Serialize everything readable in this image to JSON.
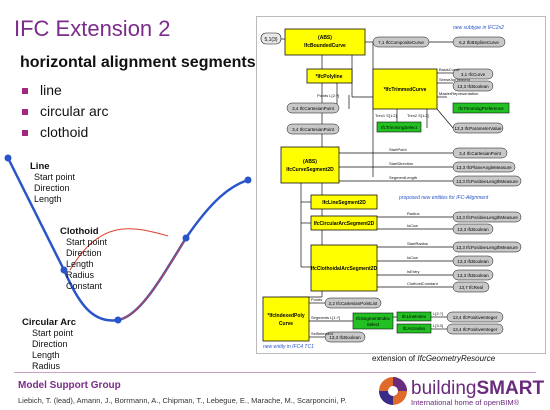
{
  "slide": {
    "title": "IFC Extension 2",
    "subtitle": "horizontal alignment segments",
    "bullets": [
      "line",
      "circular arc",
      "clothoid"
    ]
  },
  "sketch": {
    "line_label": "Line",
    "line_props": [
      "Start point",
      "Direction",
      "Length"
    ],
    "clothoid_label": "Clothoid",
    "clothoid_props": [
      "Start point",
      "Direction",
      "Length",
      "Radius",
      "Constant"
    ],
    "arc_label": "Circular Arc",
    "arc_props": [
      "Start point",
      "Direction",
      "Length",
      "Radius"
    ]
  },
  "diagram": {
    "note_top": "new subtype in IFC2x2",
    "note_mid": "proposed new entities for IFC-Alignment",
    "note_bottom": "new entity in IFC4 TC1",
    "entities": {
      "bounded_curve": [
        "(ABS)",
        "IfcBoundedCurve"
      ],
      "polyline": "*IfcPolyline",
      "trimmed_curve": "*IfcTrimmedCurve",
      "curve_segment": [
        "(ABS)",
        "IfcCurveSegment2D"
      ],
      "line_segment": "IfcLineSegment2D",
      "circular_arc_segment": "IfcCircularArcSegment2D",
      "clothoidal_arc_segment": "IfcClothoidalArcSegment2D",
      "indexed_poly_curve": [
        "*IfcIndexedPoly",
        "Curve"
      ],
      "trimming_select": "IfcTrimmingSelect",
      "trimming_preference": "IfcTrimmingPreference",
      "segment_index_select": [
        "IfcSegmentIndex",
        "Select"
      ],
      "line_index": "IfcLineIndex",
      "arc_index": "IfcArcIndex"
    },
    "types": {
      "composite_curve": "7,1 IfcCompositeCurve",
      "bspline_curve": "6,2 IfcBSplineCurve",
      "cartesian_point_a": "3,4 IfcCartesianPoint",
      "cartesian_point_b": "3,4 IfcCartesianPoint",
      "curve": "3,1 IfcCurve",
      "boolean_a": "13,3 IfcBoolean",
      "parameter_value": "13,3 IfcParameterValue",
      "cartesian_point_c": "3,4 IfcCartesianPoint",
      "plane_angle": "13,3 IfcPlaneAngleMeasure",
      "positive_length_a": "13,3 IfcPositiveLengthMeasure",
      "positive_length_b": "13,3 IfcPositiveLengthMeasure",
      "boolean_b": "13,3 IfcBoolean",
      "positive_length_c": "13,3 IfcPositiveLengthMeasure",
      "boolean_c": "13,3 IfcBoolean",
      "boolean_d": "13,3 IfcBoolean",
      "real": "13,7 IfcReal",
      "cartesian_point_list": "2,2 IfcCartesianPointList",
      "positive_integer_a": "13,4 IfcPositiveInteger",
      "positive_integer_b": "13,4 IfcPositiveInteger",
      "boolean_e": "13,3 IfcBoolean",
      "page_ref": "5,1(3)"
    },
    "attributes": {
      "points": "Points  L[2:?]",
      "basis_curve": "BasisCurve",
      "sense_agreement": "SenseAgreement",
      "master_representation": "MasterRepresentation",
      "trim1": "Trim1  S[1:2]",
      "trim2": "Trim2  S[1:2]",
      "start_point": "StartPoint",
      "start_direction": "StartDirection",
      "segment_length": "SegmentLength",
      "radius": "Radius",
      "is_ccw": "IsCcw",
      "start_radius": "StartRadius",
      "is_ccw_2": "IsCcw",
      "is_entry": "IsEntry",
      "clothoid_constant": "ClothoidConstant",
      "points_2": "Points",
      "segments": "Segments  L[1:?]",
      "self_intersect": "SelfIntersect",
      "l2": "L[2:?]",
      "l3": "L[3:3]"
    }
  },
  "caption": {
    "prefix": "extension of ",
    "entity": "IfcGeometryResource"
  },
  "footer": {
    "org": "Model Support Group",
    "authors": "Liebich, T. (lead), Amann, J., Borrmann, A., Chipman, T., Lebegue, E., Marache, M., Scarponcini, P.",
    "logo_word_1": "building",
    "logo_word_2": "SMART",
    "logo_tagline": "International home of openBIM®"
  },
  "colors": {
    "accent": "#7b2c8a",
    "entity_fill": "#ffff00",
    "select_fill": "#22c022",
    "type_fill": "#c8c8c8"
  }
}
